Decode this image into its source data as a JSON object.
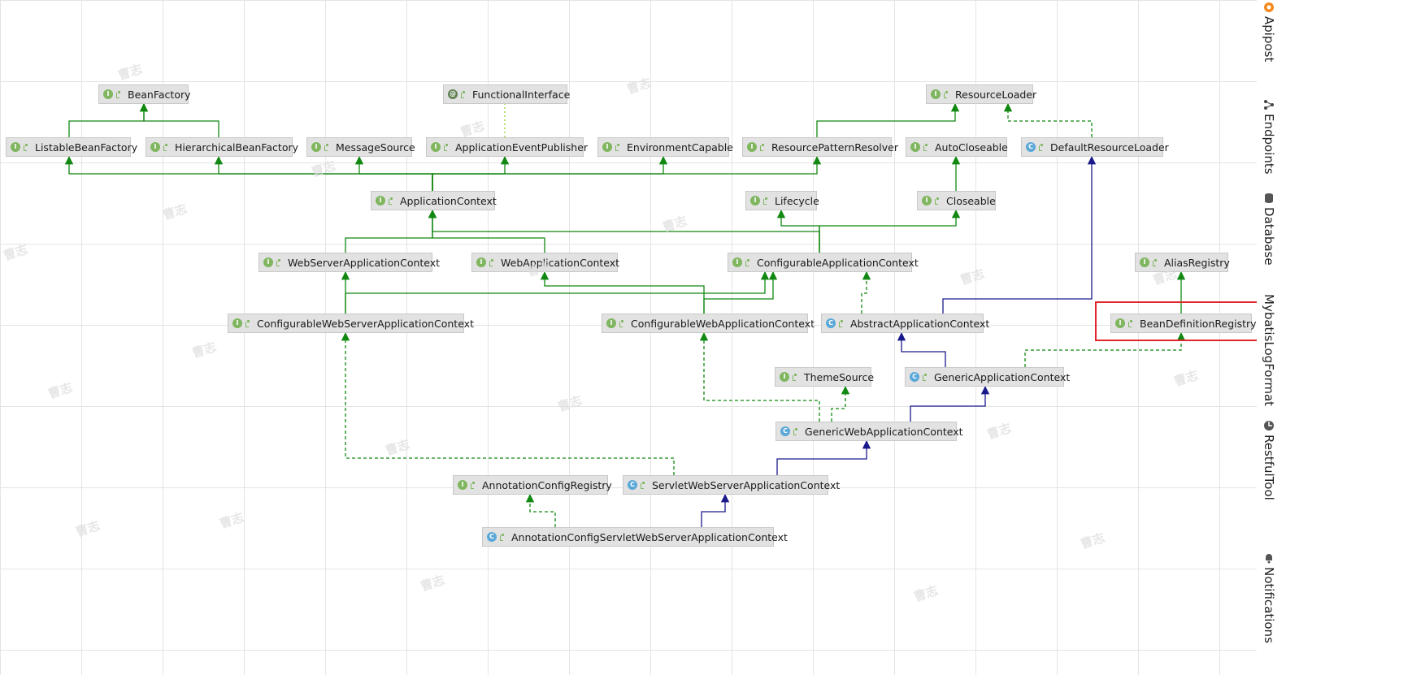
{
  "diagram": {
    "nodes": [
      {
        "id": "BeanFactory",
        "label": "BeanFactory",
        "kind": "interface"
      },
      {
        "id": "FunctionalInterface",
        "label": "FunctionalInterface",
        "kind": "annotation"
      },
      {
        "id": "ResourceLoader",
        "label": "ResourceLoader",
        "kind": "interface"
      },
      {
        "id": "ListableBeanFactory",
        "label": "ListableBeanFactory",
        "kind": "interface"
      },
      {
        "id": "HierarchicalBeanFactory",
        "label": "HierarchicalBeanFactory",
        "kind": "interface"
      },
      {
        "id": "MessageSource",
        "label": "MessageSource",
        "kind": "interface"
      },
      {
        "id": "ApplicationEventPublisher",
        "label": "ApplicationEventPublisher",
        "kind": "interface"
      },
      {
        "id": "EnvironmentCapable",
        "label": "EnvironmentCapable",
        "kind": "interface"
      },
      {
        "id": "ResourcePatternResolver",
        "label": "ResourcePatternResolver",
        "kind": "interface"
      },
      {
        "id": "AutoCloseable",
        "label": "AutoCloseable",
        "kind": "interface"
      },
      {
        "id": "DefaultResourceLoader",
        "label": "DefaultResourceLoader",
        "kind": "class"
      },
      {
        "id": "ApplicationContext",
        "label": "ApplicationContext",
        "kind": "interface"
      },
      {
        "id": "Lifecycle",
        "label": "Lifecycle",
        "kind": "interface"
      },
      {
        "id": "Closeable",
        "label": "Closeable",
        "kind": "interface"
      },
      {
        "id": "WebServerApplicationContext",
        "label": "WebServerApplicationContext",
        "kind": "interface"
      },
      {
        "id": "WebApplicationContext",
        "label": "WebApplicationContext",
        "kind": "interface"
      },
      {
        "id": "ConfigurableApplicationContext",
        "label": "ConfigurableApplicationContext",
        "kind": "interface"
      },
      {
        "id": "AliasRegistry",
        "label": "AliasRegistry",
        "kind": "interface"
      },
      {
        "id": "ConfigurableWebServerApplicationContext",
        "label": "ConfigurableWebServerApplicationContext",
        "kind": "interface"
      },
      {
        "id": "ConfigurableWebApplicationContext",
        "label": "ConfigurableWebApplicationContext",
        "kind": "interface"
      },
      {
        "id": "AbstractApplicationContext",
        "label": "AbstractApplicationContext",
        "kind": "class"
      },
      {
        "id": "BeanDefinitionRegistry",
        "label": "BeanDefinitionRegistry",
        "kind": "interface"
      },
      {
        "id": "ThemeSource",
        "label": "ThemeSource",
        "kind": "interface"
      },
      {
        "id": "GenericApplicationContext",
        "label": "GenericApplicationContext",
        "kind": "class"
      },
      {
        "id": "GenericWebApplicationContext",
        "label": "GenericWebApplicationContext",
        "kind": "class"
      },
      {
        "id": "AnnotationConfigRegistry",
        "label": "AnnotationConfigRegistry",
        "kind": "interface"
      },
      {
        "id": "ServletWebServerApplicationContext",
        "label": "ServletWebServerApplicationContext",
        "kind": "class"
      },
      {
        "id": "AnnotationConfigServletWebServerApplicationContext",
        "label": "AnnotationConfigServletWebServerApplicationContext",
        "kind": "class"
      }
    ],
    "edges": [
      {
        "from": "ListableBeanFactory",
        "to": "BeanFactory",
        "type": "extends"
      },
      {
        "from": "HierarchicalBeanFactory",
        "to": "BeanFactory",
        "type": "extends"
      },
      {
        "from": "ResourcePatternResolver",
        "to": "ResourceLoader",
        "type": "extends"
      },
      {
        "from": "DefaultResourceLoader",
        "to": "ResourceLoader",
        "type": "implements"
      },
      {
        "from": "ApplicationEventPublisher",
        "to": "FunctionalInterface",
        "type": "annotated"
      },
      {
        "from": "ApplicationContext",
        "to": "ListableBeanFactory",
        "type": "extends"
      },
      {
        "from": "ApplicationContext",
        "to": "HierarchicalBeanFactory",
        "type": "extends"
      },
      {
        "from": "ApplicationContext",
        "to": "MessageSource",
        "type": "extends"
      },
      {
        "from": "ApplicationContext",
        "to": "ApplicationEventPublisher",
        "type": "extends"
      },
      {
        "from": "ApplicationContext",
        "to": "EnvironmentCapable",
        "type": "extends"
      },
      {
        "from": "ApplicationContext",
        "to": "ResourcePatternResolver",
        "type": "extends"
      },
      {
        "from": "Closeable",
        "to": "AutoCloseable",
        "type": "extends"
      },
      {
        "from": "WebServerApplicationContext",
        "to": "ApplicationContext",
        "type": "extends"
      },
      {
        "from": "WebApplicationContext",
        "to": "ApplicationContext",
        "type": "extends"
      },
      {
        "from": "ConfigurableApplicationContext",
        "to": "ApplicationContext",
        "type": "extends"
      },
      {
        "from": "ConfigurableApplicationContext",
        "to": "Lifecycle",
        "type": "extends"
      },
      {
        "from": "ConfigurableApplicationContext",
        "to": "Closeable",
        "type": "extends"
      },
      {
        "from": "ConfigurableWebServerApplicationContext",
        "to": "WebServerApplicationContext",
        "type": "extends"
      },
      {
        "from": "ConfigurableWebServerApplicationContext",
        "to": "ConfigurableApplicationContext",
        "type": "extends"
      },
      {
        "from": "ConfigurableWebApplicationContext",
        "to": "WebApplicationContext",
        "type": "extends"
      },
      {
        "from": "ConfigurableWebApplicationContext",
        "to": "ConfigurableApplicationContext",
        "type": "extends"
      },
      {
        "from": "AbstractApplicationContext",
        "to": "ConfigurableApplicationContext",
        "type": "implements"
      },
      {
        "from": "AbstractApplicationContext",
        "to": "DefaultResourceLoader",
        "type": "class-extends"
      },
      {
        "from": "BeanDefinitionRegistry",
        "to": "AliasRegistry",
        "type": "extends"
      },
      {
        "from": "GenericApplicationContext",
        "to": "AbstractApplicationContext",
        "type": "class-extends"
      },
      {
        "from": "GenericApplicationContext",
        "to": "BeanDefinitionRegistry",
        "type": "implements"
      },
      {
        "from": "GenericWebApplicationContext",
        "to": "GenericApplicationContext",
        "type": "class-extends"
      },
      {
        "from": "GenericWebApplicationContext",
        "to": "ThemeSource",
        "type": "implements"
      },
      {
        "from": "GenericWebApplicationContext",
        "to": "ConfigurableWebApplicationContext",
        "type": "implements"
      },
      {
        "from": "ServletWebServerApplicationContext",
        "to": "GenericWebApplicationContext",
        "type": "class-extends"
      },
      {
        "from": "ServletWebServerApplicationContext",
        "to": "ConfigurableWebServerApplicationContext",
        "type": "implements"
      },
      {
        "from": "AnnotationConfigServletWebServerApplicationContext",
        "to": "ServletWebServerApplicationContext",
        "type": "class-extends"
      },
      {
        "from": "AnnotationConfigServletWebServerApplicationContext",
        "to": "AnnotationConfigRegistry",
        "type": "implements"
      }
    ],
    "highlighted_node": "BeanDefinitionRegistry",
    "colors": {
      "interface_edge": "#118811",
      "class_edge": "#1a1a8c",
      "annotation_edge": "#9acd32",
      "highlight": "#e0262b",
      "interface_badge": "#7fb65f",
      "class_badge": "#5aa8d8"
    }
  },
  "badges": {
    "interface": "I",
    "class": "C",
    "annotation": "@"
  },
  "watermark": "曹志",
  "toolbar": [
    {
      "label": "Apipost",
      "icon": "apipost-icon"
    },
    {
      "label": "Endpoints",
      "icon": "endpoints-icon"
    },
    {
      "label": "Database",
      "icon": "database-icon"
    },
    {
      "label": "MybatisLogFormat",
      "icon": ""
    },
    {
      "label": "RestfulTool",
      "icon": "restfultool-icon"
    },
    {
      "label": "Notifications",
      "icon": "bell-icon"
    }
  ]
}
